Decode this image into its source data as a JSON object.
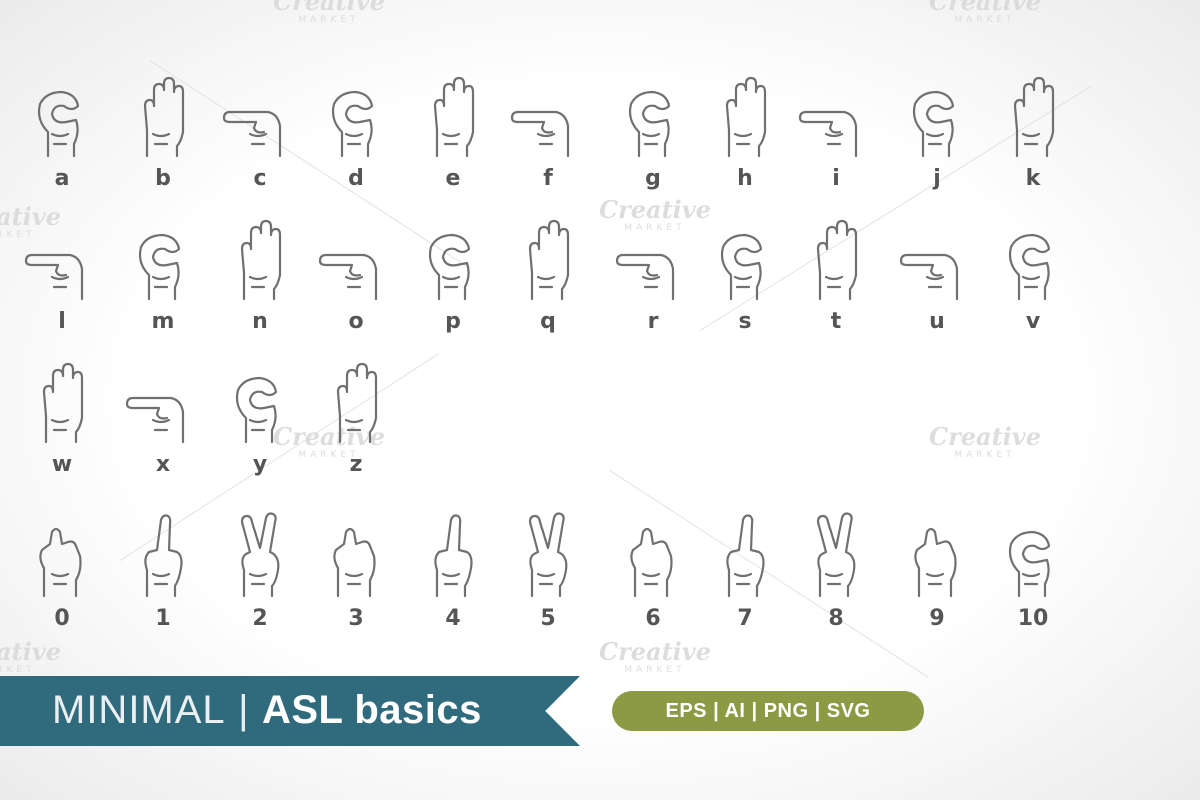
{
  "watermark": {
    "brand": "Creative",
    "sub": "MARKET"
  },
  "letters_row1": [
    "a",
    "b",
    "c",
    "d",
    "e",
    "f",
    "g",
    "h",
    "i",
    "j",
    "k"
  ],
  "letters_row2": [
    "l",
    "m",
    "n",
    "o",
    "p",
    "q",
    "r",
    "s",
    "t",
    "u",
    "v"
  ],
  "letters_row3": [
    "w",
    "x",
    "y",
    "z"
  ],
  "numbers_row": [
    "0",
    "1",
    "2",
    "3",
    "4",
    "5",
    "6",
    "7",
    "8",
    "9",
    "10"
  ],
  "title": {
    "prefix": "MINIMAL",
    "separator": "|",
    "name": "ASL basics"
  },
  "formats_badge": "EPS | AI | PNG | SVG",
  "colors": {
    "ribbon": "#2f6a7d",
    "badge": "#8c9a43",
    "icon_stroke": "#707070",
    "label": "#555555"
  }
}
